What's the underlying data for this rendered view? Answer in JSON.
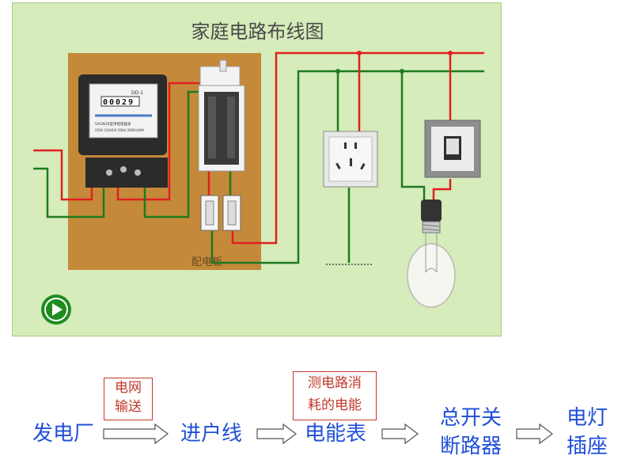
{
  "diagram": {
    "title": "家庭电路布线图",
    "board_label": "配电板",
    "meter": {
      "model": "DD-1",
      "reading": "00029",
      "name": "SXGN16型单相电能表",
      "specs": "220V  10(40)A  50Hz  3000r/kWh"
    }
  },
  "flow": {
    "nodes": [
      {
        "lines": [
          "发电厂"
        ]
      },
      {
        "lines": [
          "进户线"
        ]
      },
      {
        "lines": [
          "电能表"
        ]
      },
      {
        "lines": [
          "总开关",
          "断路器"
        ]
      },
      {
        "lines": [
          "电灯",
          "插座"
        ]
      }
    ],
    "notes": [
      {
        "lines": [
          "电网",
          "输送"
        ]
      },
      {
        "lines": [
          "测电路消",
          "耗的电能"
        ]
      }
    ]
  },
  "colors": {
    "panel_bg": "#d6ecba",
    "board": "#c48a3a",
    "live_wire": "#e02020",
    "neutral_wire": "#1e7a1e",
    "flow_text": "#1f4fd8",
    "note_red": "#c0392b",
    "play_button": "#1e8c1e"
  },
  "icons": [
    "play-icon",
    "socket-icon",
    "wall-switch-icon",
    "light-bulb-icon",
    "circuit-breaker-icon",
    "fuse-icon",
    "electric-meter-icon",
    "ground-icon",
    "arrow-right-icon"
  ]
}
